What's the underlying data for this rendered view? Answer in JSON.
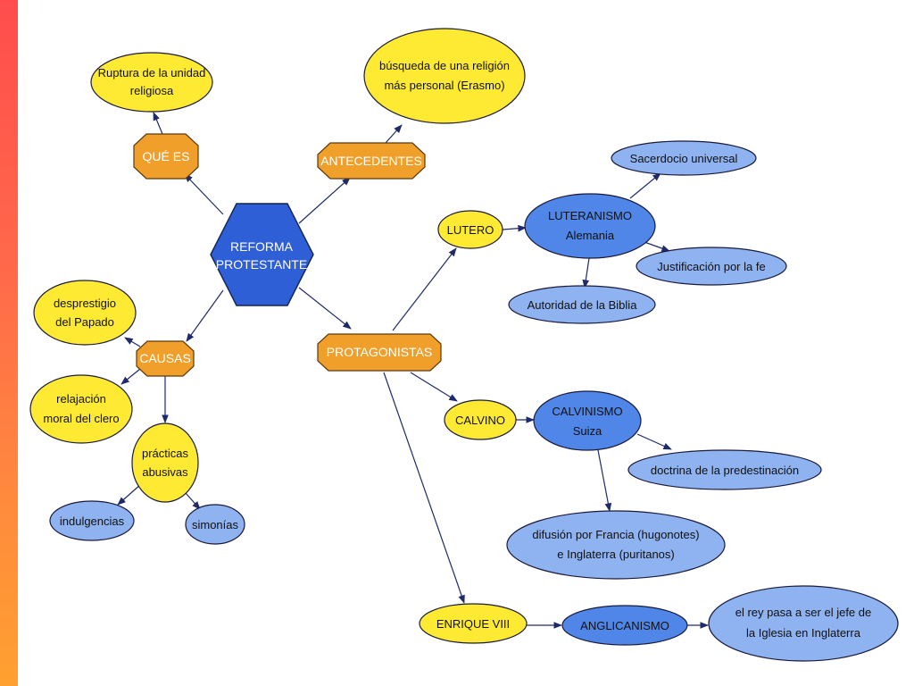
{
  "colors": {
    "central": "#2f5fd6",
    "category_octagon": "#f0a02a",
    "concept_yellow": "#ffea33",
    "doctrine_blue": "#4f86e8",
    "detail_blue": "#8fb2f0",
    "edge": "#1f2a6a",
    "side_bar": "#ff6a4a"
  },
  "nodes": {
    "reforma": {
      "lines": [
        "REFORMA",
        "PROTESTANTE"
      ]
    },
    "que_es": {
      "lines": [
        "QUÉ ES"
      ]
    },
    "antecedentes": {
      "lines": [
        "ANTECEDENTES"
      ]
    },
    "causas": {
      "lines": [
        "CAUSAS"
      ]
    },
    "protagonistas": {
      "lines": [
        "PROTAGONISTAS"
      ]
    },
    "ruptura": {
      "lines": [
        "Ruptura de la unidad",
        "religiosa"
      ]
    },
    "busqueda": {
      "lines": [
        "búsqueda de una religión",
        "más personal (Erasmo)"
      ]
    },
    "desprestigio": {
      "lines": [
        "desprestigio",
        "del Papado"
      ]
    },
    "relajacion": {
      "lines": [
        "relajación",
        "moral del clero"
      ]
    },
    "practicas": {
      "lines": [
        "prácticas",
        "abusivas"
      ]
    },
    "indulgencias": {
      "lines": [
        "indulgencias"
      ]
    },
    "simonias": {
      "lines": [
        "simonías"
      ]
    },
    "lutero": {
      "lines": [
        "LUTERO"
      ]
    },
    "luteranismo": {
      "lines": [
        "LUTERANISMO",
        "Alemania"
      ]
    },
    "sacerdocio": {
      "lines": [
        "Sacerdocio universal"
      ]
    },
    "justificacion": {
      "lines": [
        "Justificación por la fe"
      ]
    },
    "autoridad": {
      "lines": [
        "Autoridad de la Biblia"
      ]
    },
    "calvino": {
      "lines": [
        "CALVINO"
      ]
    },
    "calvinismo": {
      "lines": [
        "CALVINISMO",
        "Suiza"
      ]
    },
    "predestinacion": {
      "lines": [
        "doctrina de la predestinación"
      ]
    },
    "difusion": {
      "lines": [
        "difusión por Francia (hugonotes)",
        "e Inglaterra (puritanos)"
      ]
    },
    "enrique": {
      "lines": [
        "ENRIQUE VIII"
      ]
    },
    "anglicanismo": {
      "lines": [
        "ANGLICANISMO"
      ]
    },
    "rey": {
      "lines": [
        "el rey pasa a ser el jefe de",
        "la Iglesia en Inglaterra"
      ]
    }
  }
}
